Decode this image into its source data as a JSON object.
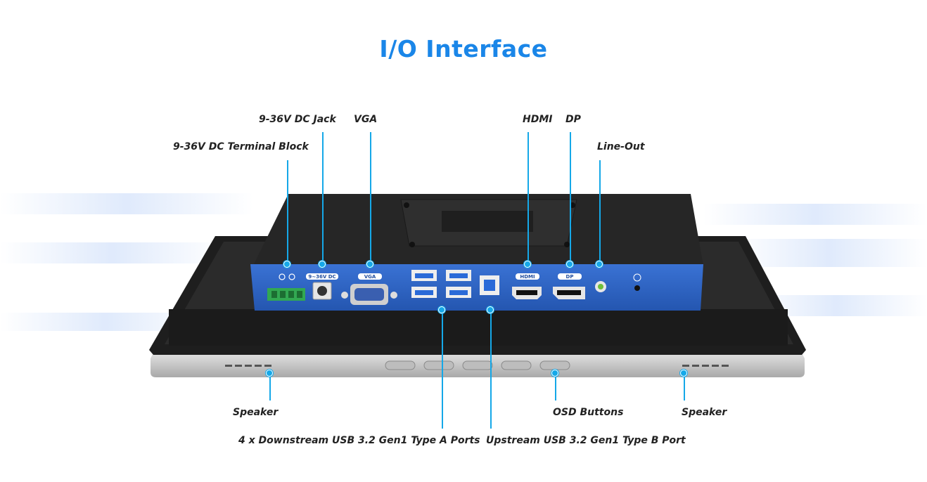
{
  "title": "I/O Interface",
  "labels": {
    "dc_jack": "9-36V DC Jack",
    "vga": "VGA",
    "hdmi": "HDMI",
    "dp": "DP",
    "terminal_block": "9-36V DC Terminal Block",
    "line_out": "Line-Out",
    "speaker_left": "Speaker",
    "osd_buttons": "OSD Buttons",
    "speaker_right": "Speaker",
    "usb_a": "4 x Downstream USB 3.2 Gen1 Type A Ports",
    "usb_b": "Upstream USB 3.2 Gen1 Type B Port"
  },
  "panel_tags": {
    "dc": "9~36V DC",
    "vga": "VGA",
    "hdmi": "HDMI",
    "dp": "DP"
  },
  "colors": {
    "accent": "#15a8e8",
    "title": "#1a86e8",
    "io_panel": "#2e63c4"
  }
}
